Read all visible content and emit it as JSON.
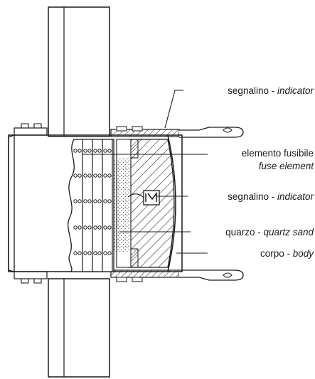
{
  "labels": [
    {
      "it": "segnalino",
      "en": "indicator"
    },
    {
      "it": "elemento fusibile",
      "en": "fuse element"
    },
    {
      "it": "segnalino",
      "en": "indicator"
    },
    {
      "it": "quarzo",
      "en": "quartz sand"
    },
    {
      "it": "corpo",
      "en": "body"
    }
  ]
}
